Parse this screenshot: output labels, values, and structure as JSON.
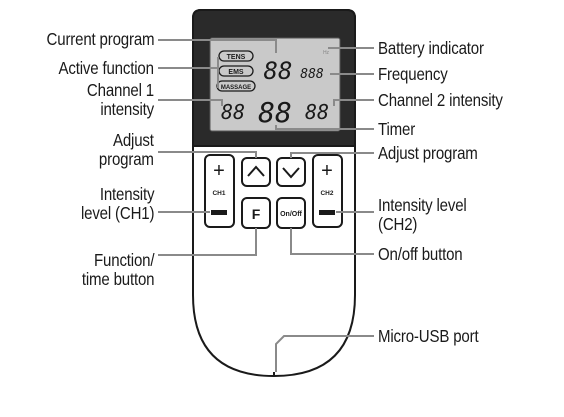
{
  "labels": {
    "current_program": "Current program",
    "active_function": "Active function",
    "channel1_intensity": [
      "Channel 1",
      "intensity"
    ],
    "adjust_program_left": [
      "Adjust",
      "program"
    ],
    "intensity_level_ch1": [
      "Intensity",
      "level (CH1)"
    ],
    "function_time_button": [
      "Function/",
      "time button"
    ],
    "battery_indicator": "Battery indicator",
    "frequency": "Frequency",
    "channel2_intensity": "Channel 2 intensity",
    "timer": "Timer",
    "adjust_program_right": "Adjust program",
    "intensity_level_ch2": [
      "Intensity level",
      "(CH2)"
    ],
    "on_off_button": "On/off button",
    "micro_usb_port": "Micro-USB port"
  },
  "lcd": {
    "modes": [
      "TENS",
      "EMS",
      "MASSAGE"
    ],
    "program_digits": "88",
    "frequency_digits": "888",
    "ch1_digits": "88",
    "timer_digits": "88",
    "ch2_digits": "88",
    "battery_mark": "Hz"
  },
  "buttons": {
    "plus": "+",
    "ch1": "CH1",
    "ch2": "CH2",
    "function": "F",
    "onoff": "On/Off"
  },
  "colors": {
    "body_top": "#2a2a2a",
    "lcd_bg": "#c9c9c9",
    "ink": "#1a1a1a",
    "leader": "#8a8a8a"
  }
}
